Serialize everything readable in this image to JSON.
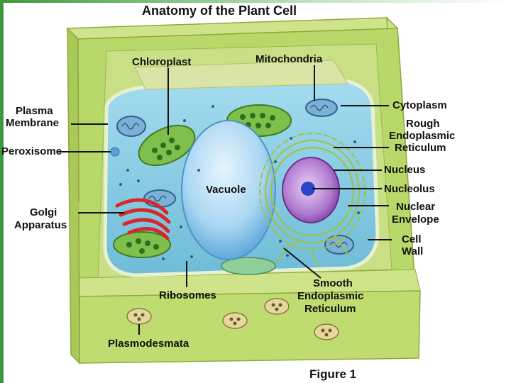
{
  "title": "Anatomy of the Plant Cell",
  "figure_caption": "Figure 1",
  "labels": {
    "chloroplast": "Chloroplast",
    "mitochondria": "Mitochondria",
    "cytoplasm": "Cytoplasm",
    "plasma_membrane_1": "Plasma",
    "plasma_membrane_2": "Membrane",
    "rough_er_1": "Rough",
    "rough_er_2": "Endoplasmic",
    "rough_er_3": "Reticulum",
    "peroxisome": "Peroxisome",
    "nucleus": "Nucleus",
    "vacuole": "Vacuole",
    "nucleolus": "Nucleolus",
    "golgi_1": "Golgi",
    "golgi_2": "Apparatus",
    "nuclear_envelope_1": "Nuclear",
    "nuclear_envelope_2": "Envelope",
    "cell_wall_1": "Cell",
    "cell_wall_2": "Wall",
    "ribosomes": "Ribosomes",
    "smooth_er_1": "Smooth",
    "smooth_er_2": "Endoplasmic",
    "smooth_er_3": "Reticulum",
    "plasmodesmata": "Plasmodesmata"
  },
  "colors": {
    "cell_wall": "#b9d86a",
    "cytoplasm": "#8fd0e6",
    "vacuole": "#a9d6f2",
    "chloroplast": "#6fa83c",
    "nucleus": "#b07ad0",
    "golgi": "#d8262a"
  }
}
